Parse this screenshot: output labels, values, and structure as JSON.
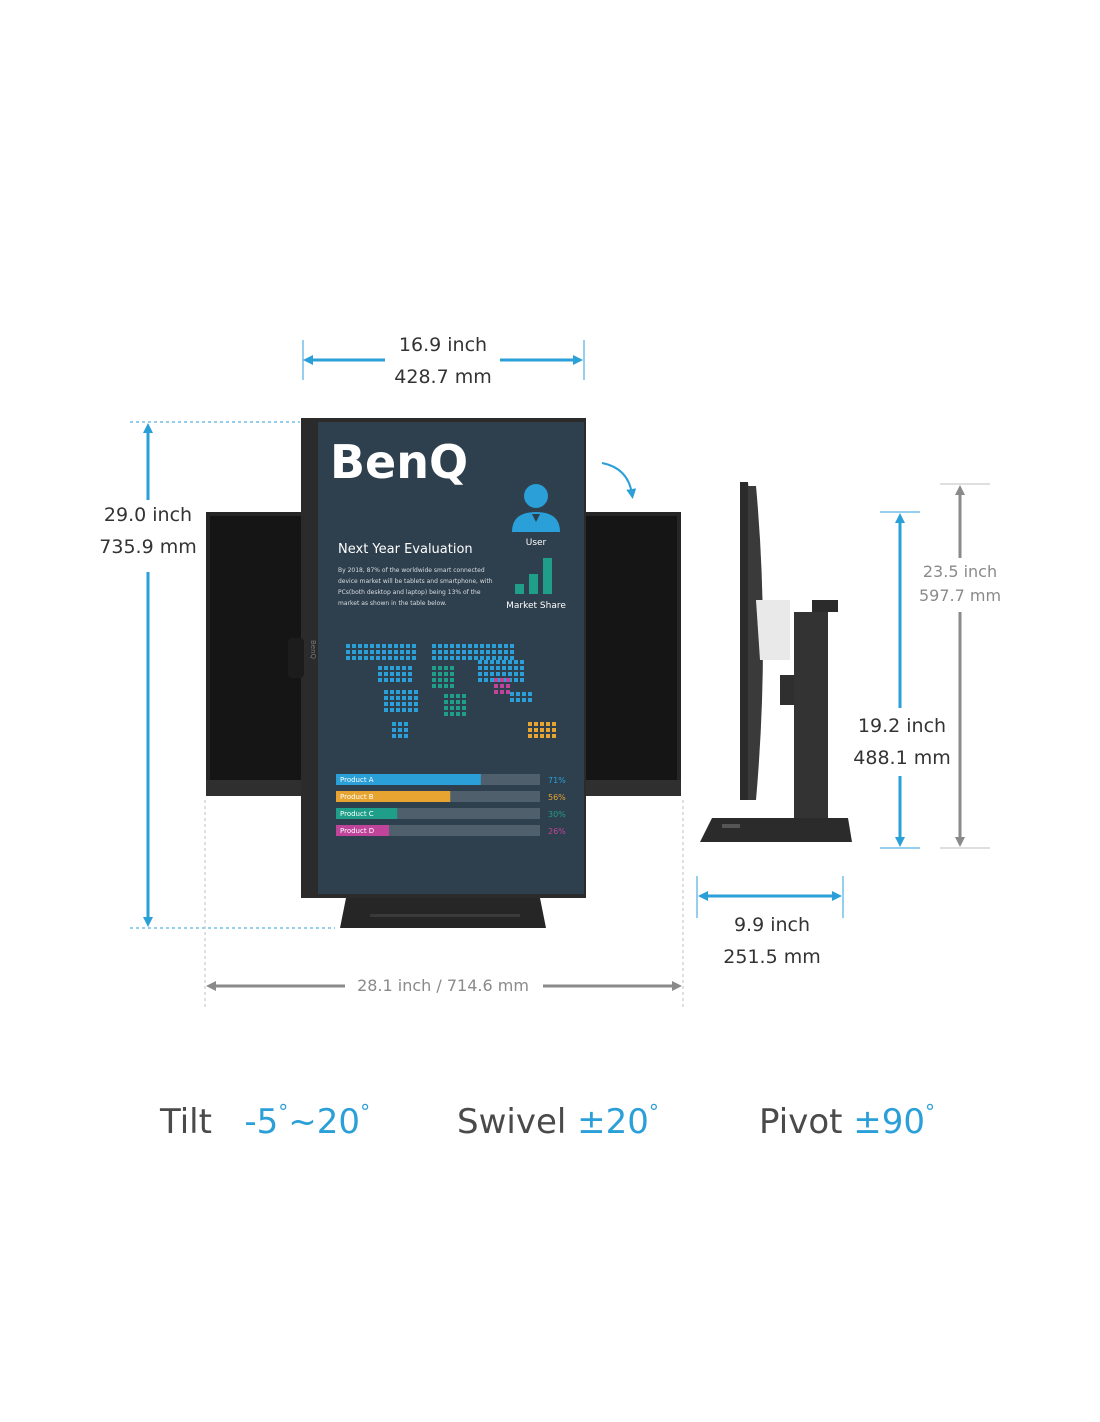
{
  "dimensions": {
    "width_inch": "16.9 inch",
    "width_mm": "428.7 mm",
    "max_height_inch": "29.0 inch",
    "max_height_mm": "735.9 mm",
    "side_max_height_inch": "23.5 inch",
    "side_max_height_mm": "597.7 mm",
    "side_min_height_inch": "19.2 inch",
    "side_min_height_mm": "488.1 mm",
    "depth_inch": "9.9 inch",
    "depth_mm": "251.5 mm",
    "total_width": "28.1 inch / 714.6 mm"
  },
  "screen": {
    "brand": "BenQ",
    "title": "Next Year Evaluation",
    "body_lines": [
      "By 2018, 87% of the worldwide smart connected",
      "device market will be tablets and smartphone, with",
      "PCs(both desktop and laptop) being 13% of the",
      "market as shown in the table below."
    ],
    "user_label": "User",
    "market_label": "Market Share",
    "side_brand": "BenQ",
    "products": [
      {
        "name": "Product A",
        "value": 71,
        "label": "71%",
        "color": "#2a9fd8"
      },
      {
        "name": "Product B",
        "value": 56,
        "label": "56%",
        "color": "#e8a430"
      },
      {
        "name": "Product C",
        "value": 30,
        "label": "30%",
        "color": "#1f9e89"
      },
      {
        "name": "Product D",
        "value": 26,
        "label": "26%",
        "color": "#c0459a"
      }
    ]
  },
  "specs": {
    "tilt_label": "Tilt",
    "tilt_value": "-5",
    "tilt_sep": "~20",
    "swivel_label": "Swivel",
    "swivel_value": "±20",
    "pivot_label": "Pivot",
    "pivot_value": "±90",
    "degree": "°"
  },
  "colors": {
    "accent_blue": "#2a9fd8",
    "grey_arrow": "#8a8a8a",
    "bezel": "#2b2b2b",
    "screen_bg": "#2e3f4d"
  }
}
